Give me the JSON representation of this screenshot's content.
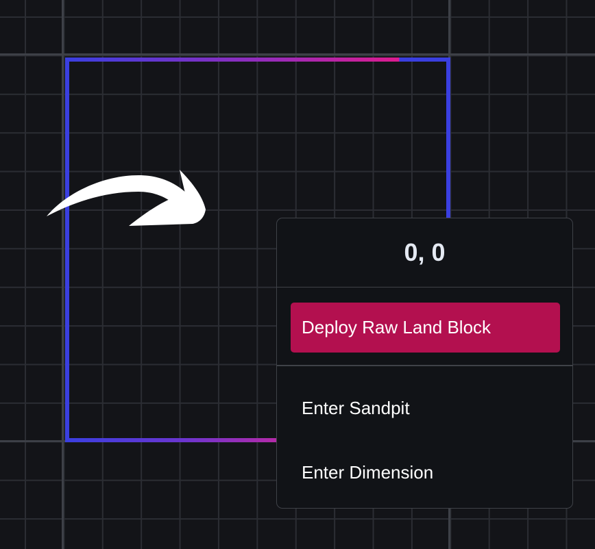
{
  "colors": {
    "background": "#131418",
    "grid_line": "#2b2d33",
    "grid_major_line": "#3d4047",
    "selection_blue": "#3a3fe0",
    "selection_pink": "#dd1c8f",
    "menu_background": "#111317",
    "menu_border": "#3f4248",
    "primary_button": "#b3104f",
    "text": "#ffffff",
    "title_text": "#e4e9f2"
  },
  "annotation": {
    "icon": "curved-arrow-icon"
  },
  "context_menu": {
    "coordinates": "0, 0",
    "primary_action": "Deploy Raw Land Block",
    "items": [
      {
        "label": "Enter Sandpit"
      },
      {
        "label": "Enter Dimension"
      }
    ]
  }
}
